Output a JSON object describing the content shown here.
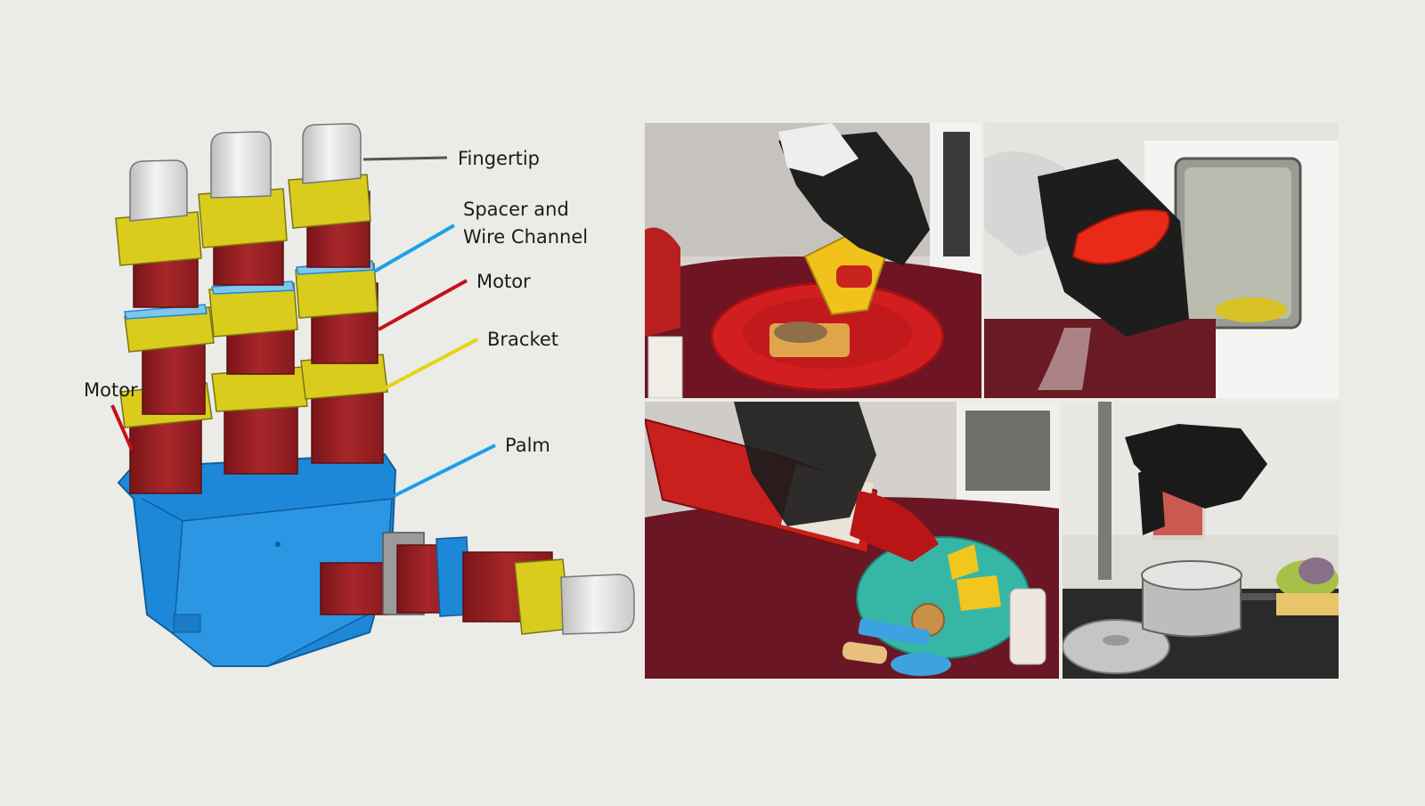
{
  "labels": {
    "fingertip": "Fingertip",
    "spacer_line1": "Spacer and",
    "spacer_line2": "Wire Channel",
    "motor_finger": "Motor",
    "bracket": "Bracket",
    "palm": "Palm",
    "motor_thumb": "Motor"
  },
  "colors": {
    "background": "#ebebe8",
    "motor": "#9b1f22",
    "bracket": "#d9cc1c",
    "spacer_palm": "#1e88d8",
    "fingertip": "#e8e8e8",
    "leader_fingertip": "#555555",
    "leader_spacer": "#1ea0e6",
    "leader_motor": "#c3121a",
    "leader_bracket": "#e6d414",
    "leader_palm": "#1ea0e6"
  },
  "photos": [
    {
      "id": "toast",
      "subject": "robot hand holding mustard bottle over toast on red plate"
    },
    {
      "id": "microwave",
      "subject": "robot hand holding red object inside microwave"
    },
    {
      "id": "extinguisher",
      "subject": "robot hand holding fire extinguisher over teal plate with cheese and cookie"
    },
    {
      "id": "pot",
      "subject": "robot hand holding can over cooking pot on stove"
    }
  ]
}
